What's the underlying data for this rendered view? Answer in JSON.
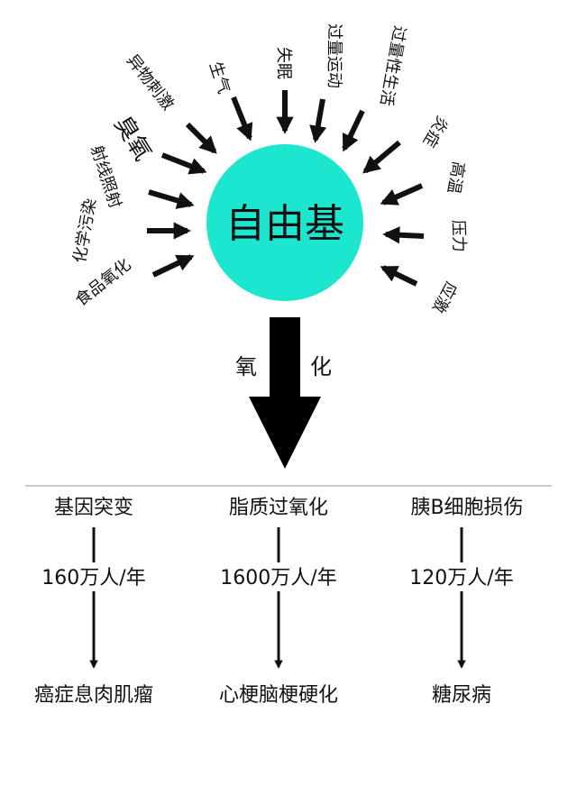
{
  "center": {
    "label": "自由基",
    "color": "#1de6cf"
  },
  "causes": [
    {
      "id": "food-oxidation",
      "label": "食品氧化"
    },
    {
      "id": "chemical-pollution",
      "label": "化学污染"
    },
    {
      "id": "radiation",
      "label": "射线照射"
    },
    {
      "id": "ozone",
      "label": "臭氧"
    },
    {
      "id": "foreign-stimulus",
      "label": "异物刺激"
    },
    {
      "id": "anger",
      "label": "生气"
    },
    {
      "id": "insomnia",
      "label": "失眠"
    },
    {
      "id": "excess-exercise",
      "label": "过量运动"
    },
    {
      "id": "excess-sex",
      "label": "过量性生活"
    },
    {
      "id": "inflammation",
      "label": "炎症"
    },
    {
      "id": "high-temp",
      "label": "高温"
    },
    {
      "id": "pressure",
      "label": "压力"
    },
    {
      "id": "stress",
      "label": "应激"
    }
  ],
  "process": {
    "left": "氧",
    "right": "化"
  },
  "effects": [
    {
      "id": "gene-mutation",
      "mechanism": "基因突变",
      "rate": "160万人/年",
      "disease": "癌症息肉肌瘤"
    },
    {
      "id": "lipid-peroxidation",
      "mechanism": "脂质过氧化",
      "rate": "1600万人/年",
      "disease": "心梗脑梗硬化"
    },
    {
      "id": "islet-damage",
      "mechanism": "胰B细胞损伤",
      "rate": "120万人/年",
      "disease": "糖尿病"
    }
  ]
}
